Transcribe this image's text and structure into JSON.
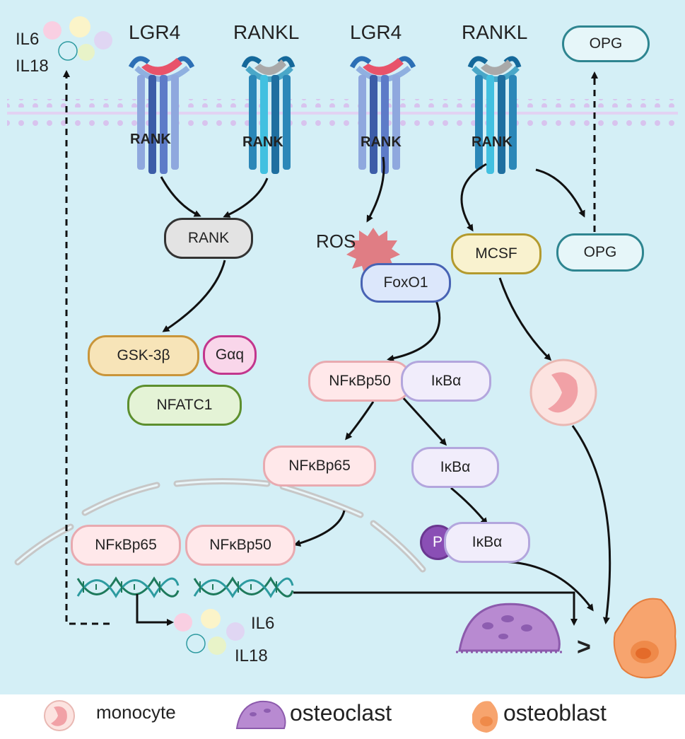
{
  "receptors": [
    "LGR4",
    "RANKL",
    "LGR4",
    "RANKL"
  ],
  "membrane_rank": [
    "RANK",
    "RANK",
    "RANK",
    "RANK"
  ],
  "cytokines_top": [
    "IL6",
    "IL18"
  ],
  "cytokines_bottom": [
    "IL6",
    "IL18"
  ],
  "nodes": {
    "opg_top": "OPG",
    "rank": "RANK",
    "ros": "ROS",
    "foxo1": "FoxO1",
    "mcsf": "MCSF",
    "opg": "OPG",
    "gsk3b": "GSK-3β",
    "gaq": "Gαq",
    "nfatc1": "NFATC1",
    "nfkbp50": "NFκBp50",
    "ikba1": "IκBα",
    "nfkbp65": "NFκBp65",
    "ikba2": "IκBα",
    "nuc_p65": "NFκBp65",
    "nuc_p50": "NFκBp50",
    "p": "P",
    "ikba3": "IκBα"
  },
  "comparison": ">",
  "legend": [
    "monocyte",
    "osteoclast",
    "osteoblast"
  ],
  "colors": {
    "background": "#d4eff6",
    "membrane": "#dcc6f0",
    "rank_fill": "#e3e3e3",
    "gsk_fill": "#f7e4b8",
    "gsk_border": "#c9953a",
    "gaq_fill": "#f9d6ea",
    "gaq_border": "#c2368d",
    "nfatc_fill": "#e4f3d6",
    "nfatc_border": "#5d8f2e",
    "foxo_fill": "#dce7fb",
    "foxo_border": "#4863b4",
    "mcsf_fill": "#f9f2cf",
    "mcsf_border": "#b39a2e",
    "opg_fill": "#e6f6f9",
    "opg_border": "#2e8590",
    "nfkb_fill": "#ffe8ea",
    "nfkb_border": "#e8aab0",
    "ikba_fill": "#f1edfb",
    "ikba_border": "#b3a6dd",
    "p_fill": "#8a4fb5",
    "osteoclast": "#a070c0",
    "osteoblast": "#f5a068",
    "monocyte": "#f9d1d1"
  }
}
